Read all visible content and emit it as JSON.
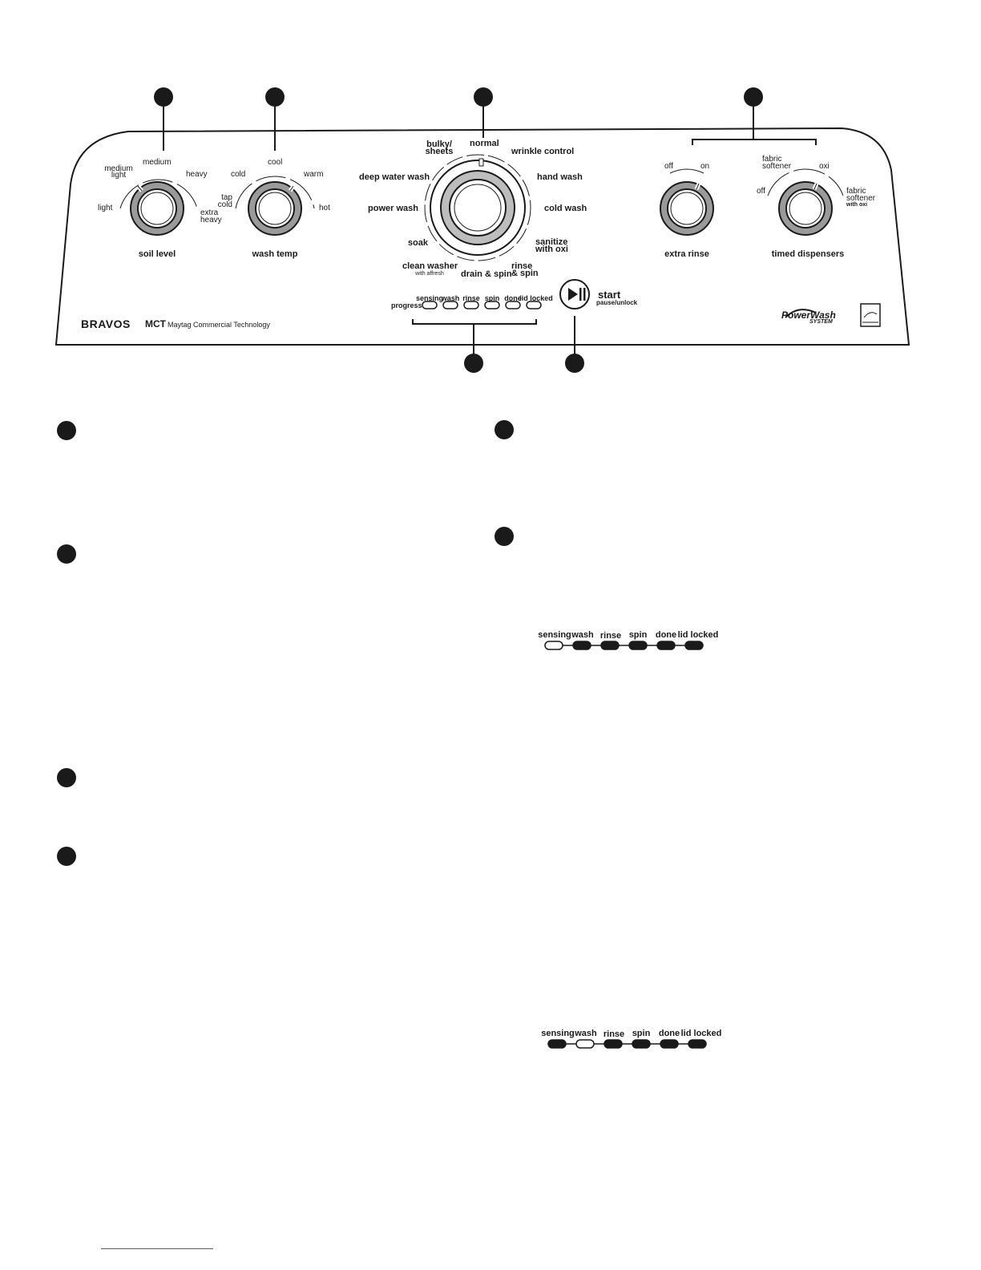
{
  "knobs": {
    "soil_level": {
      "title": "soil level",
      "labels": {
        "light": "light",
        "medium_light_1": "medium",
        "medium_light_2": "light",
        "medium": "medium",
        "heavy": "heavy",
        "extra_heavy_1": "extra",
        "extra_heavy_2": "heavy"
      }
    },
    "wash_temp": {
      "title": "wash temp",
      "labels": {
        "tap_cold_1": "tap",
        "tap_cold_2": "cold",
        "cold": "cold",
        "cool": "cool",
        "warm": "warm",
        "hot": "hot"
      }
    },
    "extra_rinse": {
      "title": "extra rinse",
      "labels": {
        "off": "off",
        "on": "on"
      }
    },
    "timed_dispensers": {
      "title": "timed dispensers",
      "labels": {
        "off": "off",
        "fs_1": "fabric",
        "fs_2": "softener",
        "oxi": "oxi",
        "fso_1": "fabric",
        "fso_2": "softener",
        "fso_3": "with oxi"
      }
    }
  },
  "cycles": {
    "bulky_1": "bulky/",
    "bulky_2": "sheets",
    "normal": "normal",
    "wrinkle_control": "wrinkle control",
    "deep_water_wash": "deep water wash",
    "hand_wash": "hand wash",
    "power_wash": "power wash",
    "cold_wash": "cold wash",
    "soak": "soak",
    "sanitize_1": "sanitize",
    "sanitize_2": "with oxi",
    "clean_washer_1": "clean washer",
    "clean_washer_2": "with affresh",
    "drain_spin": "drain & spin",
    "rinse_spin_1": "rinse",
    "rinse_spin_2": "& spin"
  },
  "progress": {
    "title": "progress",
    "steps": [
      "sensing",
      "wash",
      "rinse",
      "spin",
      "done",
      "lid locked"
    ]
  },
  "start": {
    "label": "start",
    "sub": "pause/unlock"
  },
  "branding": {
    "bravos": "BRAVOS",
    "mct": "MCT",
    "mct_full": "Maytag Commercial Technology",
    "powerwash": "PowerWash",
    "powerwash_sub": "SYSTEM"
  },
  "sequence_1": {
    "steps": [
      "sensing",
      "wash",
      "rinse",
      "spin",
      "done",
      "lid locked"
    ],
    "active_index": 0
  },
  "sequence_2": {
    "steps": [
      "sensing",
      "wash",
      "rinse",
      "spin",
      "done",
      "lid locked"
    ],
    "active_index": 1
  }
}
